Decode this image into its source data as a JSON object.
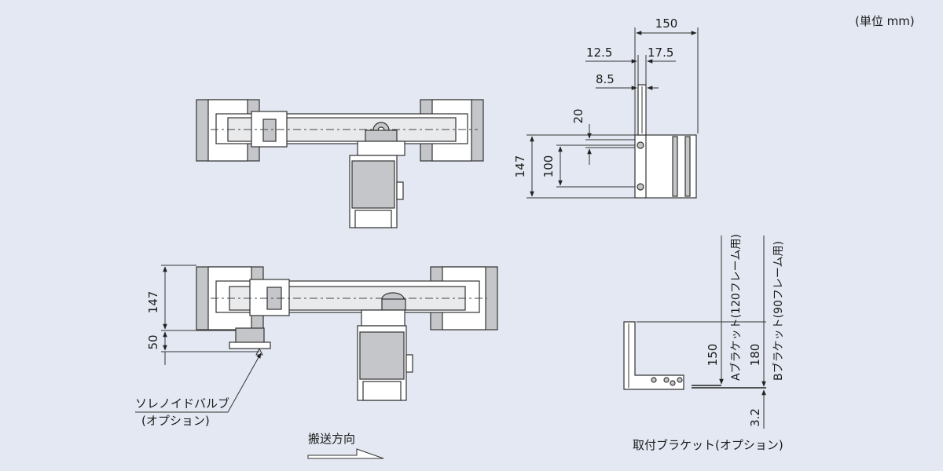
{
  "unit_label": "(単位 mm)",
  "top_view": {
    "dims": {
      "total_width": "150",
      "left_offset": "12.5",
      "right_offset": "17.5",
      "slot_width": "8.5",
      "hole_pitch": "20",
      "overall_height": "147",
      "inner_height": "100"
    }
  },
  "bottom_view": {
    "dims": {
      "height_147": "147",
      "height_50": "50"
    },
    "solenoid_label": "ソレノイドバルブ",
    "solenoid_option": "(オプション)",
    "direction_label": "搬送方向"
  },
  "bracket": {
    "dim_150": "150",
    "dim_180": "180",
    "dim_3_2": "3.2",
    "label_a": "Aブラケット(120フレーム用)",
    "label_b": "Bブラケット(90フレーム用)",
    "caption": "取付ブラケット(オプション)"
  },
  "colors": {
    "background": "#e3e8f2",
    "part_grey": "#c4c6c9",
    "line": "#333333"
  }
}
